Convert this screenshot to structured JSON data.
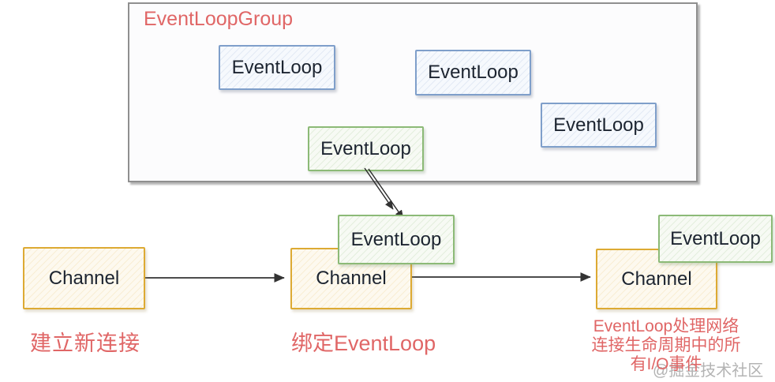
{
  "diagram": {
    "group_title": "EventLoopGroup",
    "nodes": {
      "blue_eventloops": [
        {
          "label": "EventLoop"
        },
        {
          "label": "EventLoop"
        },
        {
          "label": "EventLoop"
        }
      ],
      "green_eventloop_in_group": {
        "label": "EventLoop"
      },
      "green_eventloop_bound": {
        "label": "EventLoop"
      },
      "green_eventloop_right": {
        "label": "EventLoop"
      },
      "channels": [
        {
          "label": "Channel"
        },
        {
          "label": "Channel"
        },
        {
          "label": "Channel"
        }
      ]
    },
    "captions": {
      "step1": "建立新连接",
      "step2": "绑定EventLoop",
      "step3_line1": "EventLoop处理网络",
      "step3_line2": "连接生命周期中的所",
      "step3_line3": "有I/O事件"
    },
    "watermark": "@掘金技术社区",
    "colors": {
      "caption_red": "#e06666",
      "blue_node_border": "#7f9fca",
      "green_node_border": "#8cba77",
      "yellow_node_border": "#ddaa33",
      "group_border": "#8f8f8f",
      "arrow": "#333333",
      "node_text": "#1c2430",
      "watermark_gray": "#b3b3b3",
      "background": "#ffffff"
    }
  }
}
